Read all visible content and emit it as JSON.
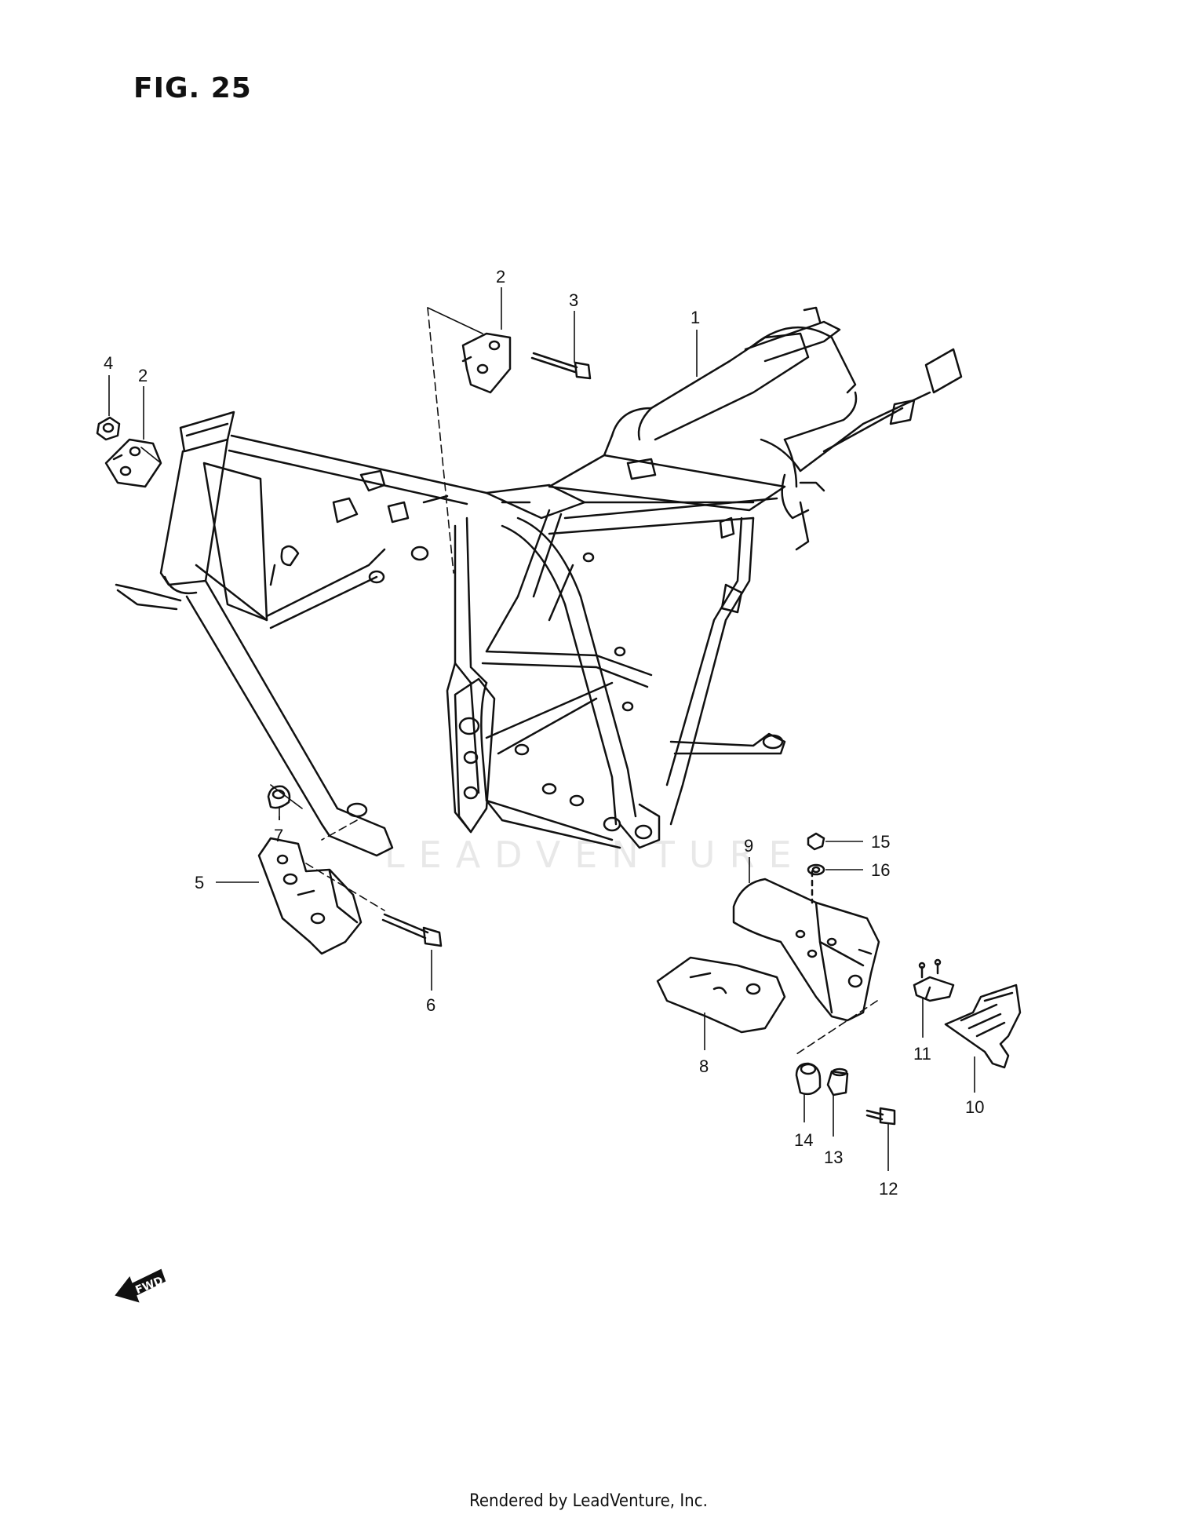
{
  "figure": {
    "title": "FIG. 25"
  },
  "watermark": {
    "text": "LEADVENTURE"
  },
  "fwd_arrow": {
    "label": "FWD"
  },
  "callouts": [
    {
      "id": "c1",
      "label": "1"
    },
    {
      "id": "c2a",
      "label": "2"
    },
    {
      "id": "c2b",
      "label": "2"
    },
    {
      "id": "c3",
      "label": "3"
    },
    {
      "id": "c4",
      "label": "4"
    },
    {
      "id": "c5",
      "label": "5"
    },
    {
      "id": "c6",
      "label": "6"
    },
    {
      "id": "c7",
      "label": "7"
    },
    {
      "id": "c8",
      "label": "8"
    },
    {
      "id": "c9",
      "label": "9"
    },
    {
      "id": "c10",
      "label": "10"
    },
    {
      "id": "c11",
      "label": "11"
    },
    {
      "id": "c12",
      "label": "12"
    },
    {
      "id": "c13",
      "label": "13"
    },
    {
      "id": "c14",
      "label": "14"
    },
    {
      "id": "c15",
      "label": "15"
    },
    {
      "id": "c16",
      "label": "16"
    }
  ],
  "footer": {
    "text": "Rendered by LeadVenture, Inc."
  },
  "colors": {
    "line": "#111111",
    "watermark": "#e8e8e8",
    "background": "#ffffff"
  }
}
